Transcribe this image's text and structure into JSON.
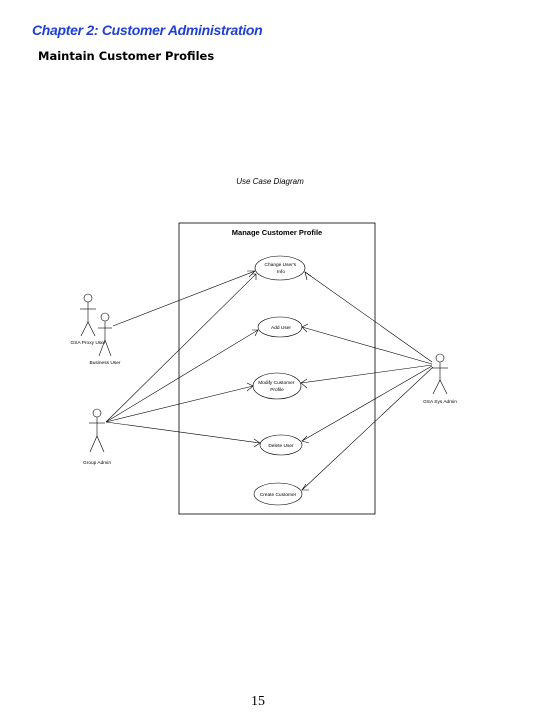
{
  "chapter_title": "Chapter 2:  Customer Administration",
  "section_title": "Maintain Customer Profiles",
  "diagram": {
    "caption": "Use Case Diagram",
    "system_boundary_label": "Manage Customer Profile",
    "use_cases": {
      "change_user_info": [
        "Change User's",
        "Info"
      ],
      "add_user": "Add User",
      "modify_customer_profile": [
        "Modify Customer",
        "Profile"
      ],
      "delete_user": "Delete User",
      "create_customer": "Create Customer"
    },
    "actors": {
      "gsa_proxy_user": "GSA Proxy User",
      "business_user": "Business User",
      "group_admin": "Group Admin",
      "gsa_sys_admin": "GSA Sys Admin"
    }
  },
  "page_number": "15"
}
